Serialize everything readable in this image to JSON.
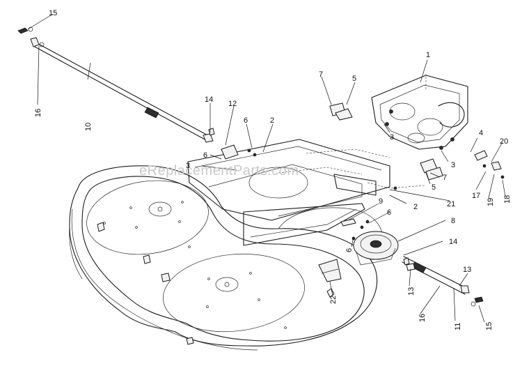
{
  "watermark": "eReplacementParts.com",
  "callouts": {
    "c1": "1",
    "c2a": "2",
    "c2b": "2",
    "c3a": "3",
    "c3b": "3",
    "c3c": "3",
    "c4": "4",
    "c5a": "5",
    "c5b": "5",
    "c6a": "6",
    "c6b": "6",
    "c6c": "6",
    "c6d": "6",
    "c7a": "7",
    "c7b": "7",
    "c8": "8",
    "c9": "9",
    "c10": "10",
    "c11": "11",
    "c12": "12",
    "c13a": "13",
    "c13b": "13",
    "c14a": "14",
    "c14b": "14",
    "c15a": "15",
    "c15b": "15",
    "c16a": "16",
    "c16b": "16",
    "c17": "17",
    "c18": "18",
    "c19": "19",
    "c20": "20",
    "c21": "21",
    "c22": "22"
  }
}
